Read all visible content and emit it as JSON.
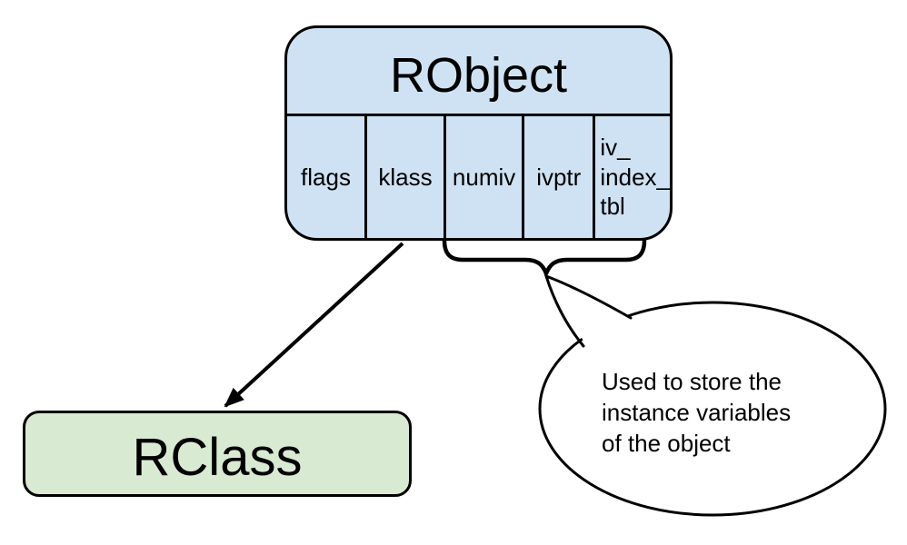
{
  "colors": {
    "canvas_bg": "#ffffff",
    "robject_fill": "#cfe2f3",
    "rclass_fill": "#d9ead3",
    "stroke": "#000000"
  },
  "robject": {
    "title": "RObject",
    "fields": [
      {
        "label": "flags"
      },
      {
        "label": "klass"
      },
      {
        "label": "numiv"
      },
      {
        "label": "ivptr"
      },
      {
        "label": "iv_\nindex_\ntbl"
      }
    ]
  },
  "rclass": {
    "title": "RClass"
  },
  "callout": {
    "text": "Used to store the\ninstance variables\nof the object"
  }
}
